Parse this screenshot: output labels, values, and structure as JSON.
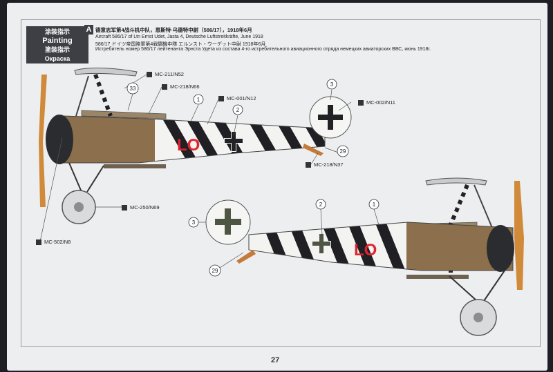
{
  "header": {
    "cn_title": "涂装指示",
    "en_title": "Painting",
    "jp_title": "塗装指示",
    "ru_title": "Окраска"
  },
  "scheme": {
    "letter": "A",
    "caption_cn": "德意志军第4战斗机中队，恩斯特·乌德特中尉（586/17），1918年6月",
    "caption_en": "Aircraft 586/17 of Ltn Ernst Udet, Jasta 4, Deutsche Luftstreitkräfte, June 1918",
    "caption_jp": "586/17 ドイツ帝国陸軍第4戦闘機中隊 エルンスト・ウーデット中尉 1918年6月",
    "caption_ru": "Истребитель номер 586/17 лейтенанта Эрнста Удета из состава 4-го истребительного авиационного отряда немецких авиаторских ВВС, июнь 1918г."
  },
  "callouts": {
    "c1": "MC-211/N52",
    "c2": "MC-218/N66",
    "c3": "MC-001/N12",
    "c4": "MC-002/N11",
    "c5": "MC-218/N37",
    "c6": "MC-250/N69",
    "c7": "MC-502/N8"
  },
  "markers": {
    "m33": "33",
    "m1": "1",
    "m2": "2",
    "m3": "3",
    "m29": "29",
    "m1b": "1",
    "m2b": "2",
    "m3b": "3",
    "m29b": "29"
  },
  "aircraft": {
    "code": "LO"
  },
  "colors": {
    "wood": "#8c6f4c",
    "stripe": "#1f1f24",
    "fuselage_white": "#f3f3f1",
    "code_red": "#e0242e",
    "cross_black": "#222226",
    "prop": "#d08a3a",
    "olive": "#4e5543"
  },
  "page_number": "27"
}
